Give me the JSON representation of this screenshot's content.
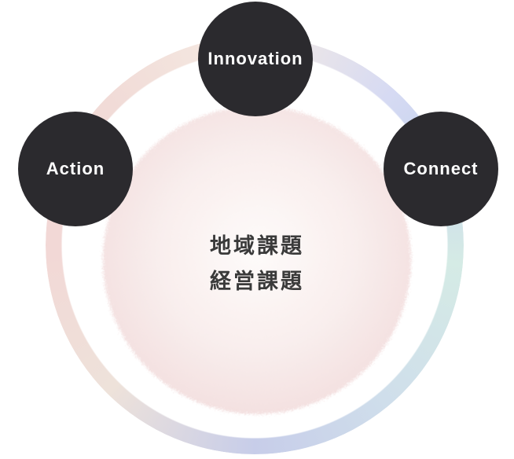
{
  "diagram": {
    "center": {
      "lines": [
        "地域課題",
        "経営課題"
      ]
    },
    "nodes": [
      {
        "id": "innovation",
        "label": "Innovation"
      },
      {
        "id": "action",
        "label": "Action"
      },
      {
        "id": "connect",
        "label": "Connect"
      }
    ]
  },
  "colors": {
    "node_bg": "#2b2a2e",
    "node_text": "#ffffff",
    "center_text": "#3a3a3a",
    "center_fill_inner": "#fefbfa",
    "center_fill_mid": "#f9efee",
    "center_fill_edge": "#f3dfdf",
    "ring_c0": "#f5ebe3",
    "ring_c1": "#d6daf3",
    "ring_c2": "#c8d5ee",
    "ring_c3": "#d5ebe5",
    "ring_c4": "#cfdeeb",
    "ring_c5": "#c7cde9",
    "ring_c6": "#eee2da",
    "ring_c7": "#f2d8d6",
    "ring_c8": "#f1dbd7"
  }
}
